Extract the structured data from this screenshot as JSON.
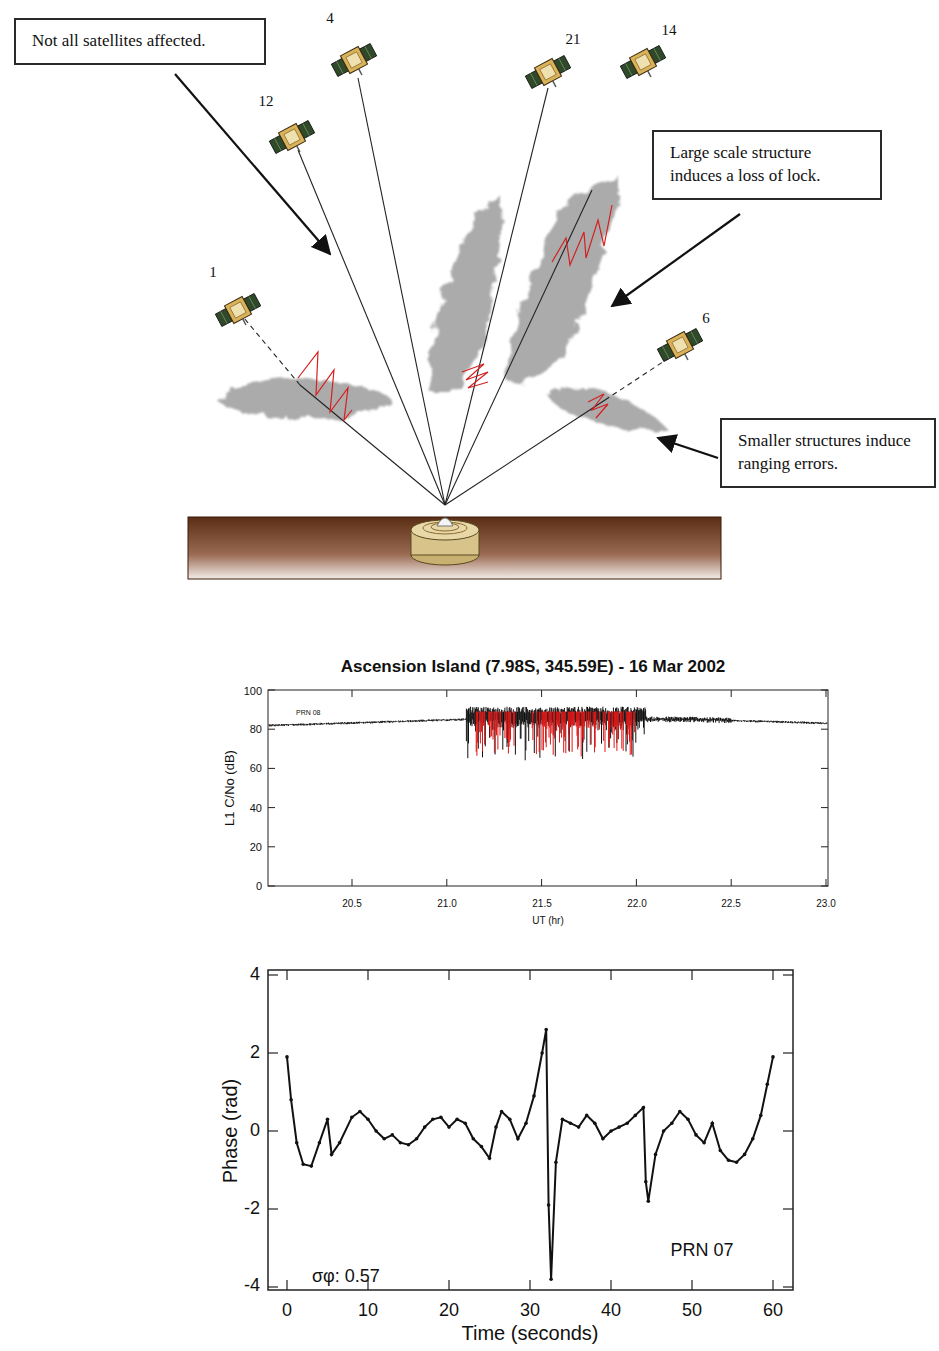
{
  "diagram": {
    "nodes": [
      {
        "text": [
          "Not all satellites affected."
        ]
      },
      {
        "text": [
          "Large scale structure induces a loss of lock."
        ]
      },
      {
        "text": [
          "Smaller structures induce ranging errors."
        ]
      }
    ],
    "labels": [
      "4",
      "12",
      "21",
      "14",
      "1",
      "6",
      "Ascension Island (7.98S, 345.59E) - 16 Mar 2002",
      "PRN 08",
      "100",
      "80",
      "60",
      "40",
      "20",
      "0",
      "L1 C/No (dB)",
      "20.5",
      "21.0",
      "21.5",
      "22.0",
      "22.5",
      "23.0",
      "UT (hr)",
      "4",
      "2",
      "0",
      "-2",
      "-4",
      "Phase (rad)",
      "σφ: 0.57",
      "PRN 07",
      "0",
      "10",
      "20",
      "30",
      "40",
      "50",
      "60",
      "Time (seconds)"
    ]
  }
}
